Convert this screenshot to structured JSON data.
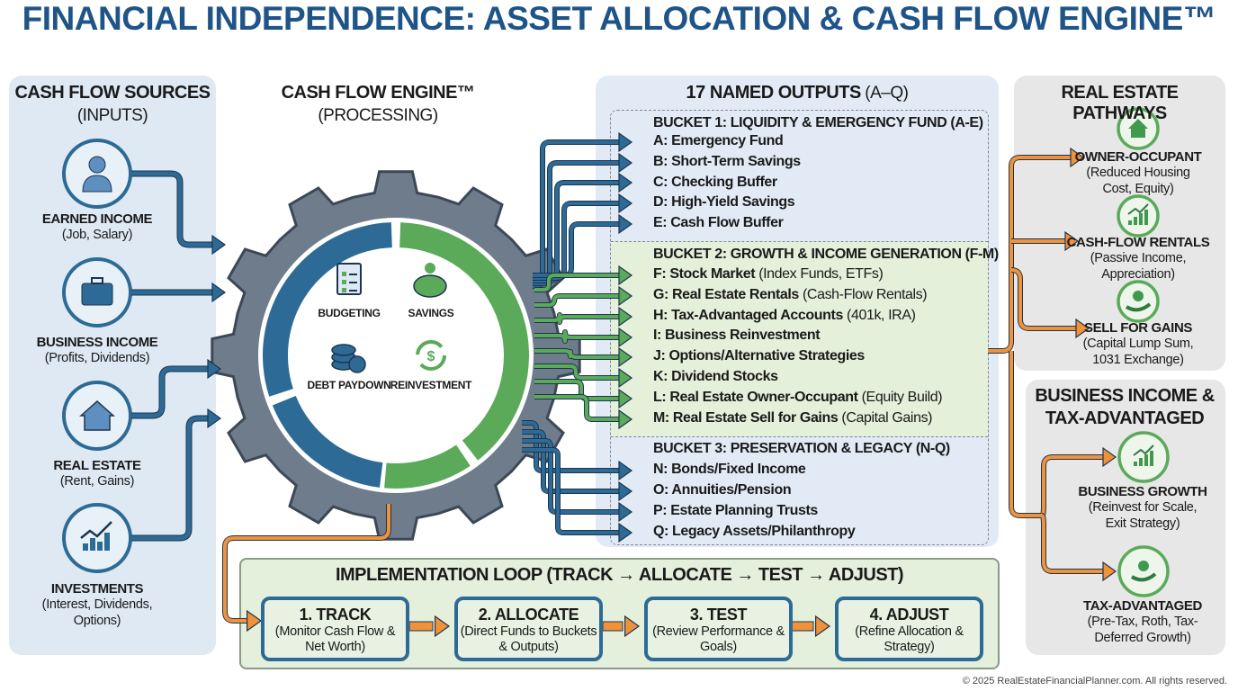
{
  "title": "FINANCIAL INDEPENDENCE: ASSET ALLOCATION & CASH FLOW ENGINE™",
  "colors": {
    "title": "#1f5488",
    "blue": "#2d6b96",
    "green": "#5aaa5a",
    "orange": "#f0923a",
    "gear": "#6e7c8c"
  },
  "inputs": {
    "title": "CASH FLOW SOURCES",
    "subtitle": "(INPUTS)",
    "items": [
      {
        "icon": "person-icon",
        "label": "EARNED INCOME",
        "sub": "(Job, Salary)"
      },
      {
        "icon": "briefcase-icon",
        "label": "BUSINESS INCOME",
        "sub": "(Profits, Dividends)"
      },
      {
        "icon": "house-icon",
        "label": "REAL ESTATE",
        "sub": "(Rent, Gains)"
      },
      {
        "icon": "growth-chart-icon",
        "label": "INVESTMENTS",
        "sub": "(Interest, Dividends, Options)"
      }
    ]
  },
  "engine": {
    "title": "CASH FLOW ENGINE™",
    "subtitle": "(PROCESSING)",
    "items": [
      {
        "icon": "clipboard-icon",
        "label": "BUDGETING"
      },
      {
        "icon": "piggy-bank-icon",
        "label": "SAVINGS"
      },
      {
        "icon": "coin-stack-icon",
        "label": "DEBT PAYDOWN"
      },
      {
        "icon": "recycle-dollar-icon",
        "label": "REINVESTMENT"
      }
    ]
  },
  "outputs": {
    "title": "17 NAMED OUTPUTS",
    "title_range": "(A–Q)",
    "buckets": [
      {
        "title": "BUCKET 1: LIQUIDITY & EMERGENCY FUND (A-E)",
        "items": [
          {
            "k": "A: Emergency Fund",
            "d": ""
          },
          {
            "k": "B: Short-Term Savings",
            "d": ""
          },
          {
            "k": "C: Checking Buffer",
            "d": ""
          },
          {
            "k": "D: High-Yield Savings",
            "d": ""
          },
          {
            "k": "E: Cash Flow Buffer",
            "d": ""
          }
        ]
      },
      {
        "title": "BUCKET 2: GROWTH & INCOME GENERATION (F-M)",
        "items": [
          {
            "k": "F: Stock Market",
            "d": "(Index Funds, ETFs)"
          },
          {
            "k": "G: Real Estate Rentals",
            "d": "(Cash-Flow Rentals)"
          },
          {
            "k": "H: Tax-Advantaged Accounts",
            "d": "(401k, IRA)"
          },
          {
            "k": "I: Business Reinvestment",
            "d": ""
          },
          {
            "k": "J: Options/Alternative Strategies",
            "d": ""
          },
          {
            "k": "K: Dividend Stocks",
            "d": ""
          },
          {
            "k": "L: Real Estate Owner-Occupant",
            "d": "(Equity Build)"
          },
          {
            "k": "M: Real Estate Sell for Gains",
            "d": "(Capital Gains)"
          }
        ]
      },
      {
        "title": "BUCKET 3: PRESERVATION & LEGACY (N-Q)",
        "items": [
          {
            "k": "N: Bonds/Fixed Income",
            "d": ""
          },
          {
            "k": "O: Annuities/Pension",
            "d": ""
          },
          {
            "k": "P: Estate Planning Trusts",
            "d": ""
          },
          {
            "k": "Q: Legacy Assets/Philanthropy",
            "d": ""
          }
        ]
      }
    ]
  },
  "re_pathways": {
    "title": "REAL ESTATE PATHWAYS",
    "items": [
      {
        "icon": "house-icon",
        "label": "OWNER-OCCUPANT",
        "sub": "(Reduced Housing Cost, Equity)"
      },
      {
        "icon": "bar-chart-icon",
        "label": "CASH-FLOW RENTALS",
        "sub": "(Passive Income, Appreciation)"
      },
      {
        "icon": "hand-coin-icon",
        "label": "SELL FOR GAINS",
        "sub": "(Capital Lump Sum, 1031 Exchange)"
      }
    ]
  },
  "business_tax": {
    "title": "BUSINESS INCOME & TAX-ADVANTAGED",
    "items": [
      {
        "icon": "growth-chart-icon",
        "label": "BUSINESS GROWTH",
        "sub": "(Reinvest for Scale, Exit Strategy)"
      },
      {
        "icon": "hand-coin-icon",
        "label": "TAX-ADVANTAGED",
        "sub": "(Pre-Tax, Roth, Tax-Deferred Growth)"
      }
    ]
  },
  "loop": {
    "title": "IMPLEMENTATION LOOP (TRACK → ALLOCATE → TEST → ADJUST)",
    "steps": [
      {
        "t": "1. TRACK",
        "d": "(Monitor Cash Flow & Net Worth)"
      },
      {
        "t": "2. ALLOCATE",
        "d": "(Direct Funds to Buckets & Outputs)"
      },
      {
        "t": "3. TEST",
        "d": "(Review Performance & Goals)"
      },
      {
        "t": "4. ADJUST",
        "d": "(Refine Allocation & Strategy)"
      }
    ]
  },
  "footer": "© 2025 RealEstateFinancialPlanner.com. All rights reserved."
}
